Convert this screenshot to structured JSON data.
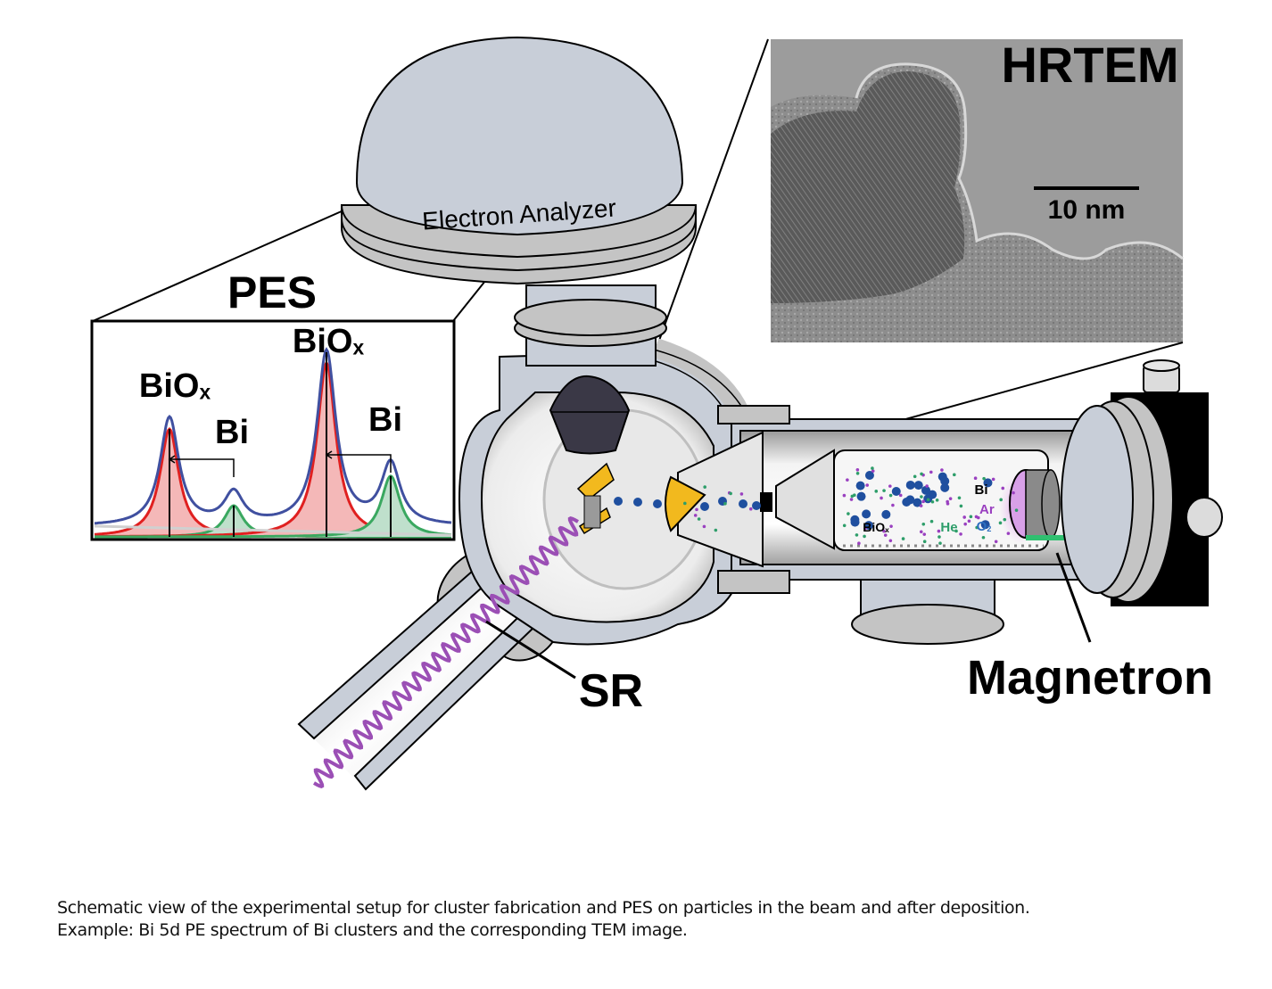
{
  "figure": {
    "analyzer_label": "Electron Analyzer",
    "pes_title": "PES",
    "hrtem_title": "HRTEM",
    "scale_bar_label": "10 nm",
    "sr_label": "SR",
    "magnetron_label": "Magnetron",
    "spectrum_labels": {
      "peak1": "BiOx",
      "peak2": "Bi",
      "peak3": "BiOx",
      "peak4": "Bi"
    },
    "source_labels": {
      "bi": "Bi",
      "ar": "Ar",
      "he": "He",
      "o2": "O2",
      "biox": "BiOx"
    },
    "colors": {
      "chamber": "#c8ced8",
      "flange": "#c4c4c4",
      "dark": "#3a3846",
      "sr_wave": "#9b4fb5",
      "fit_red": "#e02020",
      "fit_red_fill": "#f4b8b8",
      "fit_green": "#3aa860",
      "fit_green_fill": "#bfe0cc",
      "envelope_blue": "#4050a0",
      "sample_gold": "#f2b91e",
      "cluster_blue": "#1f4f9f",
      "he_green": "#2e9e6a",
      "ar_purple": "#9a40c0",
      "o2_blue": "#2d6fc0"
    }
  },
  "chart_data": {
    "type": "line",
    "title": "PES",
    "xlabel": "",
    "ylabel": "",
    "description": "Bi 5d photoelectron spectrum with fitted components (BiOx red, Bi green), envelope blue",
    "series": [
      {
        "name": "BiOx component (5d5/2)",
        "peak_position": 0.21,
        "relative_height": 0.62
      },
      {
        "name": "Bi component (5d5/2)",
        "peak_position": 0.39,
        "relative_height": 0.18
      },
      {
        "name": "BiOx component (5d3/2)",
        "peak_position": 0.65,
        "relative_height": 1.0
      },
      {
        "name": "Bi component (5d3/2)",
        "peak_position": 0.83,
        "relative_height": 0.35
      }
    ],
    "annotations": [
      "BiOx",
      "Bi",
      "BiOx",
      "Bi"
    ],
    "grid": false
  },
  "caption": {
    "line1": "Schematic view of the experimental setup for cluster fabrication and PES on particles in the beam and after deposition.",
    "line2": "Example: Bi 5d PE spectrum of Bi clusters and the corresponding TEM image."
  }
}
